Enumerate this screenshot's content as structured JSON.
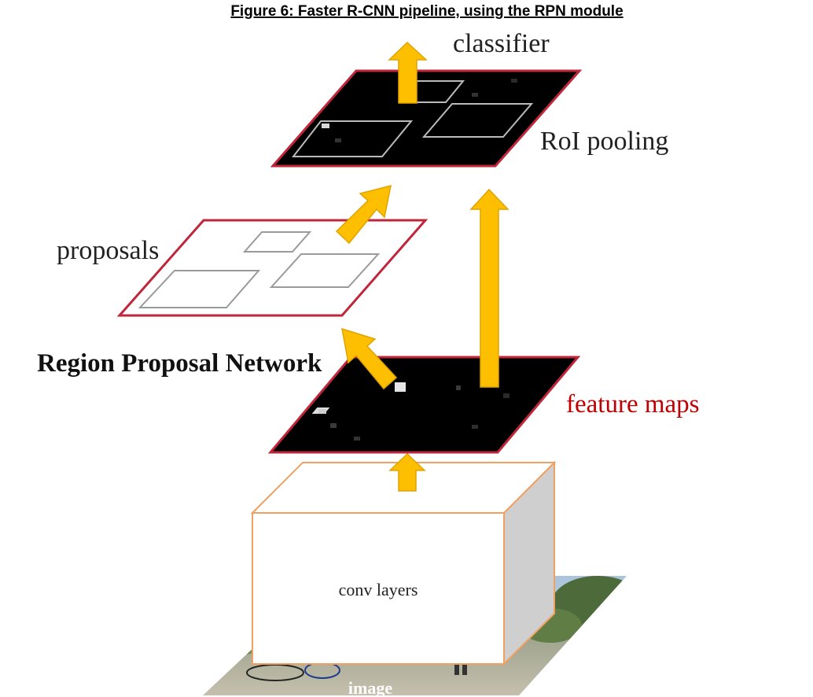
{
  "figure": {
    "caption": "Figure 6: Faster R-CNN pipeline, using the RPN module",
    "labels": {
      "classifier": "classifier",
      "roi_pooling": "RoI pooling",
      "proposals": "proposals",
      "rpn": "Region Proposal Network",
      "feature_maps": "feature maps",
      "conv_layers": "conv layers",
      "image": "image"
    },
    "colors": {
      "arrow_fill": "#fdbf00",
      "arrow_stroke": "#e0a400",
      "plane_border": "#c0263a",
      "feature_map_fill": "#000000",
      "box_edge": "#f0a060",
      "box_side": "#cfcfcf",
      "feature_maps_text": "#c00000",
      "label_text": "#222222",
      "proposal_box": "#9a9a9a",
      "roi_box": "#bbbbbb"
    }
  }
}
